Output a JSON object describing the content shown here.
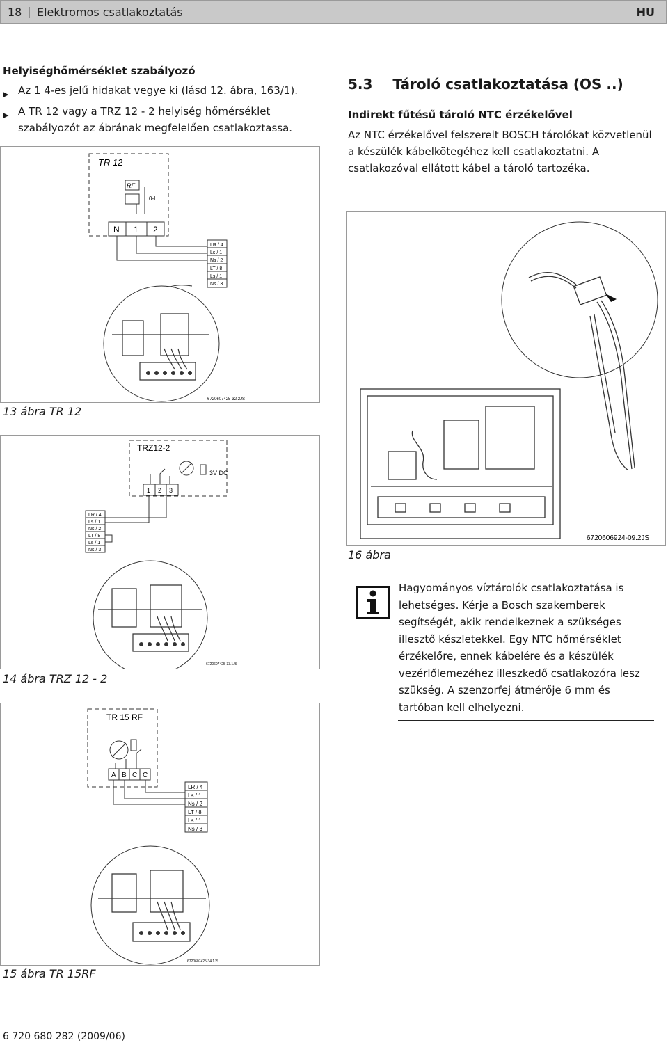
{
  "header": {
    "page": "18",
    "separator": "|",
    "title": "Elektromos csatlakoztatás",
    "lang": "HU"
  },
  "left": {
    "heading": "Helyiséghőmérséklet szabályozó",
    "bullets": [
      "Az 1   4-es jelű hidakat vegye ki (lásd 12. ábra, 163/1).",
      "A TR 12 vagy a TRZ 12 - 2 helyiség hőmérséklet szabályozót az ábrának megfelelően csatlakoztassa."
    ],
    "fig13": {
      "device": "TR 12",
      "rf": "RF",
      "symbol": "0-I",
      "terminals": [
        "N",
        "1",
        "2"
      ],
      "wires": [
        "LR / 4",
        "Ls / 1",
        "Ns / 2",
        "LT / 8",
        "Ls / 1",
        "Ns / 3"
      ],
      "code": "6720607425-32.2JS",
      "caption": "13 ábra  TR 12"
    },
    "fig14": {
      "device": "TRZ12-2",
      "dc": "3V DC",
      "terminals": [
        "1",
        "2",
        "3"
      ],
      "wires": [
        "LR / 4",
        "Ls / 1",
        "Ns / 2",
        "LT / 8",
        "Ls / 1",
        "Ns / 3"
      ],
      "code": "6720607425-33.1JS",
      "caption": "14 ábra  TRZ 12 - 2"
    },
    "fig15": {
      "device": "TR 15 RF",
      "terminals": [
        "A",
        "B",
        "C",
        "C"
      ],
      "wires": [
        "LR / 4",
        "Ls / 1",
        "Ns / 2",
        "LT / 8",
        "Ls / 1",
        "Ns / 3"
      ],
      "code": "6720607425-34.1JS",
      "caption": "15 ábra  TR 15RF"
    }
  },
  "right": {
    "section_num": "5.3",
    "section_title": "Tároló csatlakoztatása (OS ..)",
    "subheading": "Indirekt fűtésű tároló NTC érzékelővel",
    "paragraph": "Az NTC érzékelővel felszerelt BOSCH tárolókat közvetlenül a készülék kábelkötegéhez kell csatlakoztatni. A csatlakozóval ellátott kábel a tároló tartozéka.",
    "fig16": {
      "code": "6720606924-09.2JS",
      "caption": "16 ábra"
    },
    "note": {
      "icon": "info-icon",
      "text": "Hagyományos víztárolók csatlakoztatása is lehetséges. Kérje a Bosch szakemberek segítségét, akik rendelkeznek a szükséges illesztő készletekkel. Egy NTC hőmérséklet érzékelőre, ennek kábelére és a készülék vezérlőlemezéhez illeszkedő csatlakozóra lesz szükség. A szenzorfej átmérője 6 mm és tartóban kell elhelyezni."
    }
  },
  "footer": {
    "doc": "6 720 680 282 (2009/06)"
  }
}
